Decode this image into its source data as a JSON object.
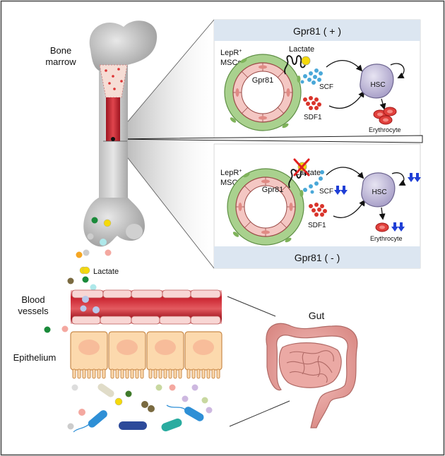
{
  "labels": {
    "bone_marrow_line1": "Bone",
    "bone_marrow_line2": "marrow",
    "lactate": "Lactate",
    "blood_vessels_line1": "Blood",
    "blood_vessels_line2": "vessels",
    "epithelium": "Epithelium",
    "gut": "Gut"
  },
  "panel_top": {
    "header": "Gpr81 ( + )",
    "lepr_line1": "LepR",
    "lepr_sup": "+",
    "lepr_line2": "MSCs",
    "lactate": "Lactate",
    "gpr81": "Gpr81",
    "scf": "SCF",
    "sdf1": "SDF1",
    "hsc": "HSC",
    "erythrocyte": "Erythrocyte"
  },
  "panel_bottom": {
    "header": "Gpr81 ( - )",
    "lepr_line1": "LepR",
    "lepr_sup": "+",
    "lepr_line2": "MSCs",
    "lactate": "Lactate",
    "gpr81": "Gpr81",
    "scf": "SCF",
    "sdf1": "SDF1",
    "hsc": "HSC",
    "erythrocyte": "Erythrocyte"
  },
  "colors": {
    "header_bg": "#dce6f1",
    "vessel_red": "#c8202c",
    "msc_green": "#a9d18e",
    "endothelium_pink": "#f4c7c3",
    "scf_blue": "#4aa8d8",
    "sdf1_red": "#d9342b",
    "hsc_purple": "#b9b3d4",
    "down_arrow_blue": "#1f3fd6",
    "lactate_yellow": "#f5d90a"
  },
  "icons": [
    "down-arrow-icon",
    "inhibit-cross-icon",
    "lactate-molecule-icon"
  ]
}
